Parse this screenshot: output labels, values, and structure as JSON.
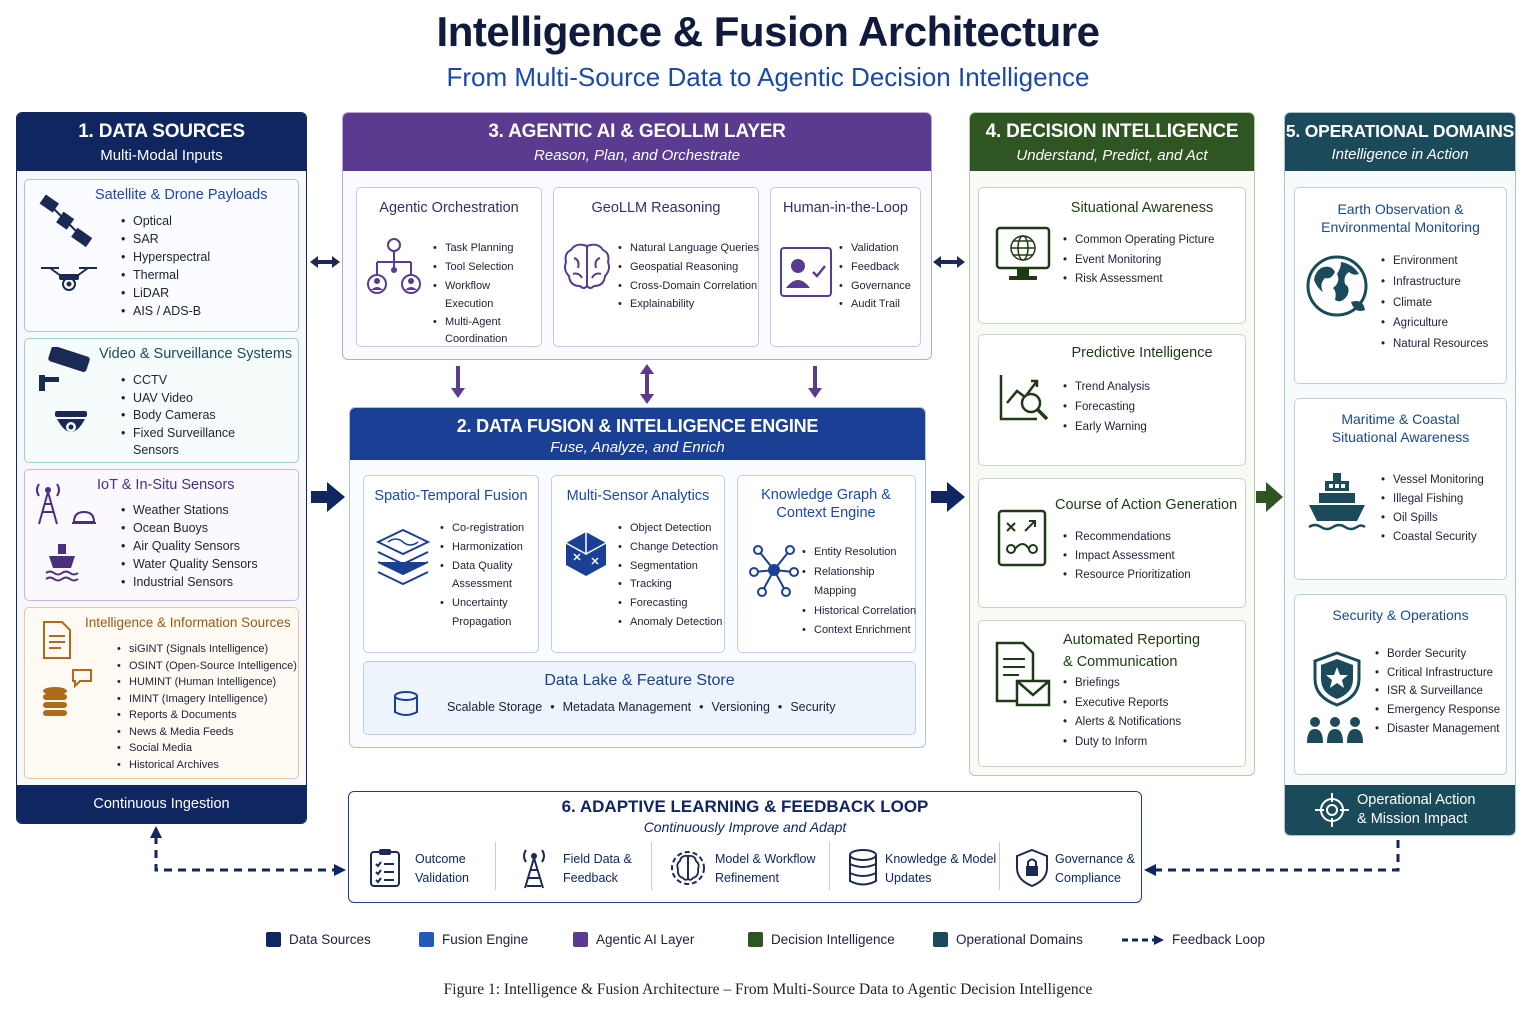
{
  "title": "Intelligence & Fusion Architecture",
  "subtitle": "From Multi-Source Data to Agentic Decision Intelligence",
  "colors": {
    "data_sources": "#102660",
    "fusion_engine": "#1a3f95",
    "agentic_ai": "#5a3b8f",
    "decision_intel": "#2f5522",
    "operational": "#1b4a5a"
  },
  "data_sources": {
    "title": "1. DATA SOURCES",
    "subtitle": "Multi-Modal Inputs",
    "footer": "Continuous Ingestion",
    "satellite": {
      "title": "Satellite & Drone Payloads",
      "items": [
        "Optical",
        "SAR",
        "Hyperspectral",
        "Thermal",
        "LiDAR",
        "AIS / ADS-B"
      ]
    },
    "video": {
      "title": "Video & Surveillance Systems",
      "items": [
        "CCTV",
        "UAV Video",
        "Body Cameras",
        "Fixed Surveillance Sensors"
      ]
    },
    "iot": {
      "title": "IoT & In-Situ Sensors",
      "items": [
        "Weather Stations",
        "Ocean Buoys",
        "Air Quality Sensors",
        "Water Quality Sensors",
        "Industrial Sensors"
      ]
    },
    "intel": {
      "title": "Intelligence & Information Sources",
      "items": [
        "siGINT (Signals Intelligence)",
        "OSINT (Open-Source Intelligence)",
        "HUMINT (Human Intelligence)",
        "IMINT (Imagery Intelligence)",
        "Reports & Documents",
        "News & Media Feeds",
        "Social Media",
        "Historical Archives"
      ]
    }
  },
  "agentic": {
    "title": "3. AGENTIC AI & GEOLLM LAYER",
    "subtitle": "Reason, Plan, and Orchestrate",
    "orchestration": {
      "title": "Agentic Orchestration",
      "items": [
        "Task Planning",
        "Tool Selection",
        "Workflow Execution",
        "Multi-Agent Coordination"
      ]
    },
    "geollm": {
      "title": "GeoLLM Reasoning",
      "items": [
        "Natural Language Queries",
        "Geospatial Reasoning",
        "Cross-Domain Correlation",
        "Explainability"
      ]
    },
    "hitl": {
      "title": "Human-in-the-Loop",
      "items": [
        "Validation",
        "Feedback",
        "Governance",
        "Audit Trail"
      ]
    }
  },
  "fusion": {
    "title": "2. DATA FUSION & INTELLIGENCE ENGINE",
    "subtitle": "Fuse, Analyze, and Enrich",
    "spatio": {
      "title": "Spatio-Temporal Fusion",
      "items": [
        "Co-registration",
        "Harmonization",
        "Data Quality Assessment",
        "Uncertainty Propagation"
      ]
    },
    "multisensor": {
      "title": "Multi-Sensor Analytics",
      "items": [
        "Object Detection",
        "Change Detection",
        "Segmentation",
        "Tracking",
        "Forecasting",
        "Anomaly Detection"
      ]
    },
    "knowledge": {
      "title": "Knowledge Graph & Context Engine",
      "items": [
        "Entity Resolution",
        "Relationship Mapping",
        "Historical Correlation",
        "Context Enrichment"
      ]
    },
    "datalake": {
      "title": "Data Lake & Feature Store",
      "items": [
        "Scalable Storage",
        "Metadata Management",
        "Versioning",
        "Security"
      ]
    }
  },
  "decision": {
    "title": "4. DECISION INTELLIGENCE",
    "subtitle": "Understand, Predict, and Act",
    "situational": {
      "title": "Situational Awareness",
      "items": [
        "Common Operating Picture",
        "Event Monitoring",
        "Risk Assessment"
      ]
    },
    "predictive": {
      "title": "Predictive Intelligence",
      "items": [
        "Trend Analysis",
        "Forecasting",
        "Early Warning"
      ]
    },
    "coa": {
      "title": "Course of Action Generation",
      "items": [
        "Recommendations",
        "Impact Assessment",
        "Resource Prioritization"
      ]
    },
    "reporting": {
      "title_line1": "Automated Reporting",
      "title_line2": "& Communication",
      "items": [
        "Briefings",
        "Executive Reports",
        "Alerts & Notifications",
        "Duty to Inform"
      ]
    }
  },
  "operational": {
    "title": "5. OPERATIONAL DOMAINS",
    "subtitle": "Intelligence in Action",
    "earth": {
      "title_line1": "Earth Observation &",
      "title_line2": "Environmental Monitoring",
      "items": [
        "Environment",
        "Infrastructure",
        "Climate",
        "Agriculture",
        "Natural Resources"
      ]
    },
    "maritime": {
      "title_line1": "Maritime & Coastal",
      "title_line2": "Situational Awareness",
      "items": [
        "Vessel Monitoring",
        "Illegal Fishing",
        "Oil Spills",
        "Coastal Security"
      ]
    },
    "security": {
      "title": "Security & Operations",
      "items": [
        "Border Security",
        "Critical Infrastructure",
        "ISR & Surveillance",
        "Emergency Response",
        "Disaster Management"
      ]
    },
    "footer_line1": "Operational Action",
    "footer_line2": "& Mission Impact"
  },
  "feedback": {
    "title": "6. ADAPTIVE LEARNING & FEEDBACK LOOP",
    "subtitle": "Continuously Improve and Adapt",
    "items": [
      {
        "line1": "Outcome",
        "line2": "Validation",
        "icon": "checklist-icon"
      },
      {
        "line1": "Field Data &",
        "line2": "Feedback",
        "icon": "antenna-icon"
      },
      {
        "line1": "Model & Workflow",
        "line2": "Refinement",
        "icon": "brain-gear-icon"
      },
      {
        "line1": "Knowledge & Model",
        "line2": "Updates",
        "icon": "database-icon"
      },
      {
        "line1": "Governance &",
        "line2": "Compliance",
        "icon": "shield-lock-icon"
      }
    ]
  },
  "legend": [
    {
      "label": "Data Sources",
      "color": "#102660"
    },
    {
      "label": "Fusion Engine",
      "color": "#1f5bb8"
    },
    {
      "label": "Agentic AI Layer",
      "color": "#5a3b8f"
    },
    {
      "label": "Decision Intelligence",
      "color": "#2f5522"
    },
    {
      "label": "Operational Domains",
      "color": "#1b4a5a"
    },
    {
      "label": "Feedback Loop"
    }
  ],
  "caption": "Figure 1: Intelligence & Fusion Architecture – From Multi-Source Data to Agentic Decision Intelligence"
}
